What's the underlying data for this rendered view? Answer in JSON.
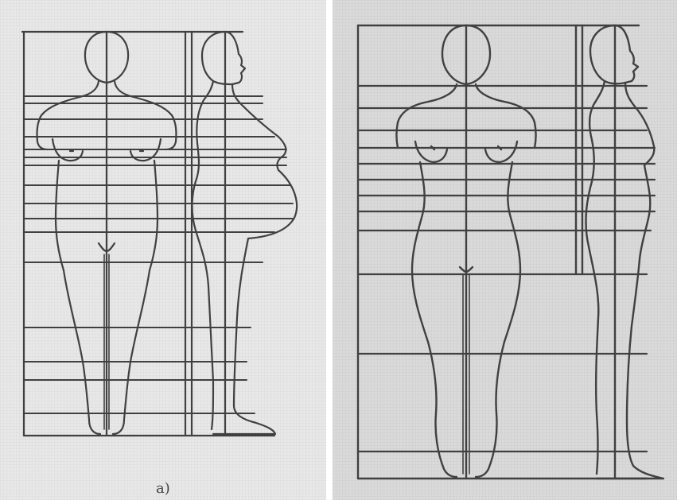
{
  "panels": [
    {
      "id": "left",
      "caption": "a)",
      "figures": [
        "front-view",
        "side-view"
      ]
    },
    {
      "id": "right",
      "caption": "",
      "figures": [
        "front-view",
        "side-view"
      ]
    }
  ],
  "colors": {
    "line": "#404040",
    "background_left": "#e6e6e6",
    "background_right": "#d8d8d8"
  }
}
